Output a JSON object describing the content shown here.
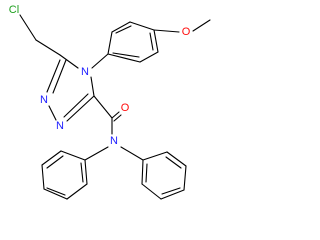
{
  "molecule": {
    "atom_labels": {
      "chlorine": "Cl",
      "oxygen_methoxy": "O",
      "oxygen_carbonyl": "O",
      "nitrogen_ring_4": "N",
      "nitrogen_ring_1": "N",
      "nitrogen_ring_2": "N",
      "nitrogen_amide": "N"
    },
    "colors": {
      "chlorine": "#1fa01f",
      "oxygen": "#ff0d0d",
      "nitrogen": "#2020ff",
      "bond": "#000000"
    }
  }
}
